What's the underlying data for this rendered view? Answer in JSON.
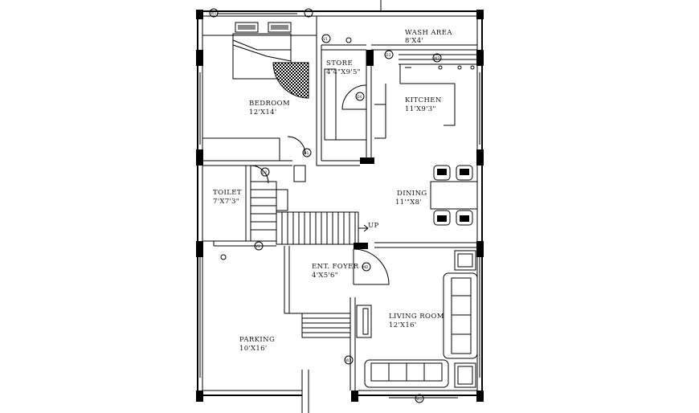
{
  "rooms": {
    "wash_area": {
      "name": "WASH AREA",
      "dim": "8'X4'"
    },
    "store": {
      "name": "STORE",
      "dim": "4'4\"X9'5\""
    },
    "kitchen": {
      "name": "KITCHEN",
      "dim": "11'X9'3\""
    },
    "bedroom": {
      "name": "BEDROOM",
      "dim": "12'X14'"
    },
    "toilet": {
      "name": "TOILET",
      "dim": "7'X7'3\""
    },
    "dining": {
      "name": "DINING",
      "dim": "11'\"X8'"
    },
    "ent_foyer": {
      "name": "ENT. FOYER",
      "dim": "4'X5'6\""
    },
    "living_room": {
      "name": "LIVING ROOM",
      "dim": "12'X16'"
    },
    "parking": {
      "name": "PARKING",
      "dim": "10'X16'"
    }
  },
  "stair": {
    "label": "UP"
  },
  "tags": {
    "w1": "W1",
    "w2": "W2",
    "w3": "W3",
    "d1": "D1",
    "d2": "D2",
    "d3": "D3",
    "d4": "D4",
    "md": "MD",
    "v1": "V1",
    "v2": "V2"
  }
}
